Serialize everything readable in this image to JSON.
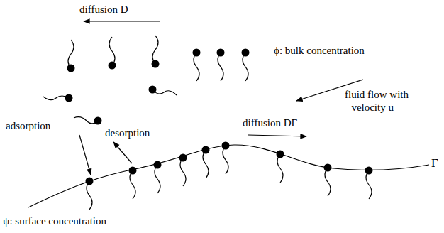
{
  "diagram": {
    "labels": [
      "diffusion D",
      "ϕ: bulk concentration",
      "fluid flow with velocity u⃗",
      "adsorption",
      "desorption",
      "diffusion DΓ",
      "Γ",
      "ψ: surface concentration"
    ]
  }
}
